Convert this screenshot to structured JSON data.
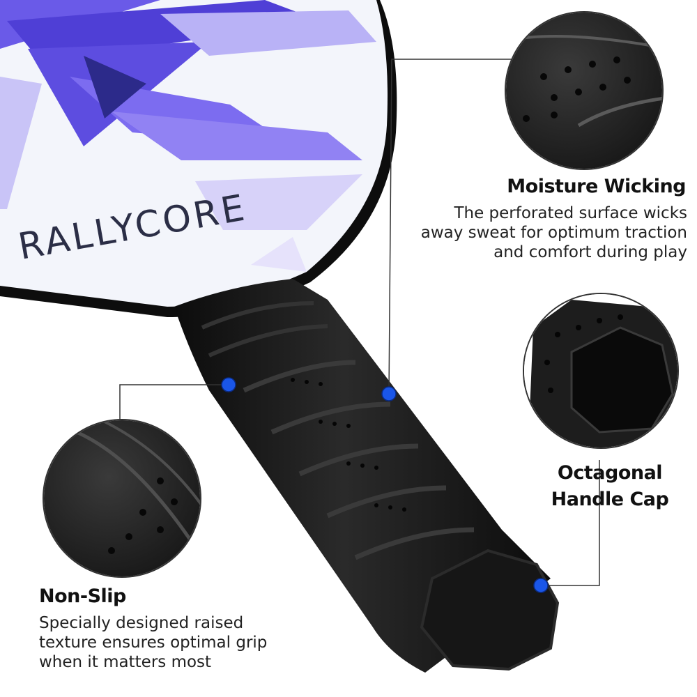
{
  "brand": {
    "paddle_logo": "RALLYCORE"
  },
  "colors": {
    "accent_dot": "#1a56e8",
    "leader_line": "#333333",
    "grip": "#121212",
    "paddle_art": "#5b48e0"
  },
  "features": {
    "moisture": {
      "title": "Moisture Wicking",
      "lines": [
        "The perforated surface wicks",
        "away sweat for optimum traction",
        "and comfort during play"
      ]
    },
    "cap": {
      "title_lines": [
        "Octagonal",
        "Handle Cap"
      ]
    },
    "nonslip": {
      "title": "Non-Slip",
      "lines": [
        "Specially designed raised",
        "texture ensures optimal grip",
        "when it matters most"
      ]
    }
  }
}
